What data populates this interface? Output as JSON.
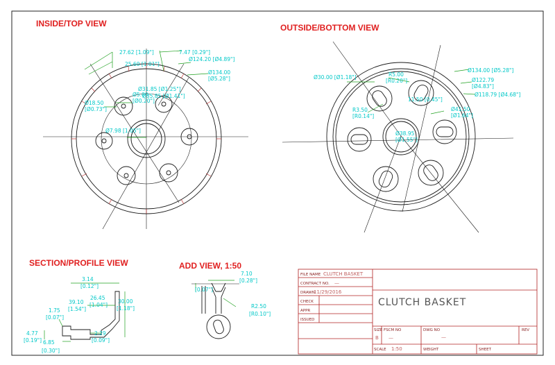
{
  "views": {
    "inside_top": "INSIDE/TOP VIEW",
    "outside_bottom": "OUTSIDE/BOTTOM VIEW",
    "section_profile": "SECTION/PROFILE VIEW",
    "add_view": "ADD VIEW, 1:50"
  },
  "inside_dims": {
    "d1": "27.62 [1.09\"]",
    "d2": "25.60 [1.01\"]",
    "d3": "7.47 [0.29\"]",
    "d4": "Ø124.20 [Ø4.89\"]",
    "d5": "Ø134.00",
    "d6": "[Ø5.28\"]",
    "d7": "Ø5.00",
    "d8": "[Ø0.20\"]",
    "d9": "Ø31.85 [Ø1.25\"]",
    "d10": "Ø35.85 [Ø1.41\"]",
    "d11": "Ø18.50",
    "d12": "[Ø0.73\"]",
    "d13": "Ø7.98 [1.05\"]"
  },
  "outside_dims": {
    "d1": "Ø30.00 [Ø1.18\"]",
    "d2": "R5.00",
    "d3": "[R0.20\"]",
    "d4": "Ø134.00 [Ø5.28\"]",
    "d5": "Ø122.79",
    "d6": "[Ø4.83\"]",
    "d7": "Ø118.79 [Ø4.68\"]",
    "d8": "11.50 [0.45\"]",
    "d9": "R3.50",
    "d10": "[R0.14\"]",
    "d11": "Ø41.50",
    "d12": "[Ø1.64\"]",
    "d13": "Ø38.95",
    "d14": "[Ø1.55\"]"
  },
  "section_dims": {
    "d1": "3.14",
    "d2": "[0.12\"]",
    "d3": "39.10",
    "d4": "[1.54\"]",
    "d5": "26.45",
    "d6": "[1.04\"]",
    "d7": "30.00",
    "d8": "[1.18\"]",
    "d9": "1.75",
    "d10": "[0.07\"]",
    "d11": "4.77",
    "d12": "[0.19\"]",
    "d13": "6.85",
    "d14": "[0.30\"]",
    "d15": "2.29",
    "d16": "[0.09\"]"
  },
  "add_dims": {
    "d1": "7.10",
    "d2": "[0.28\"]",
    "d3": "[0.07\"]",
    "d4": "R2.50",
    "d5": "[R0.10\"]"
  },
  "title_block": {
    "file_name_label": "FILE NAME",
    "file_name": "CLUTCH BASKET",
    "contract_label": "CONTRACT NO.",
    "contract_value": "—",
    "drawn_label": "DRAWN",
    "drawn_date": "11/29/2016",
    "check_label": "CHECK",
    "appr_label": "APPR",
    "issued_label": "ISSUED",
    "title": "CLUTCH  BASKET",
    "size_label": "SIZE",
    "size_value": "B",
    "fscm_label": "FSCM NO",
    "fscm_value": "—",
    "dwg_label": "DWG NO",
    "dwg_value": "—",
    "rev_label": "REV",
    "scale_label": "SCALE",
    "scale_value": "1:50",
    "weight_label": "WEIGHT",
    "sheet_label": "SHEET"
  },
  "colors": {
    "view_title": "#e02020",
    "dimension_text": "#00c8c8",
    "dimension_line": "#1fa01f",
    "geometry": "#1a1a1a",
    "title_block_line": "#b02020"
  }
}
